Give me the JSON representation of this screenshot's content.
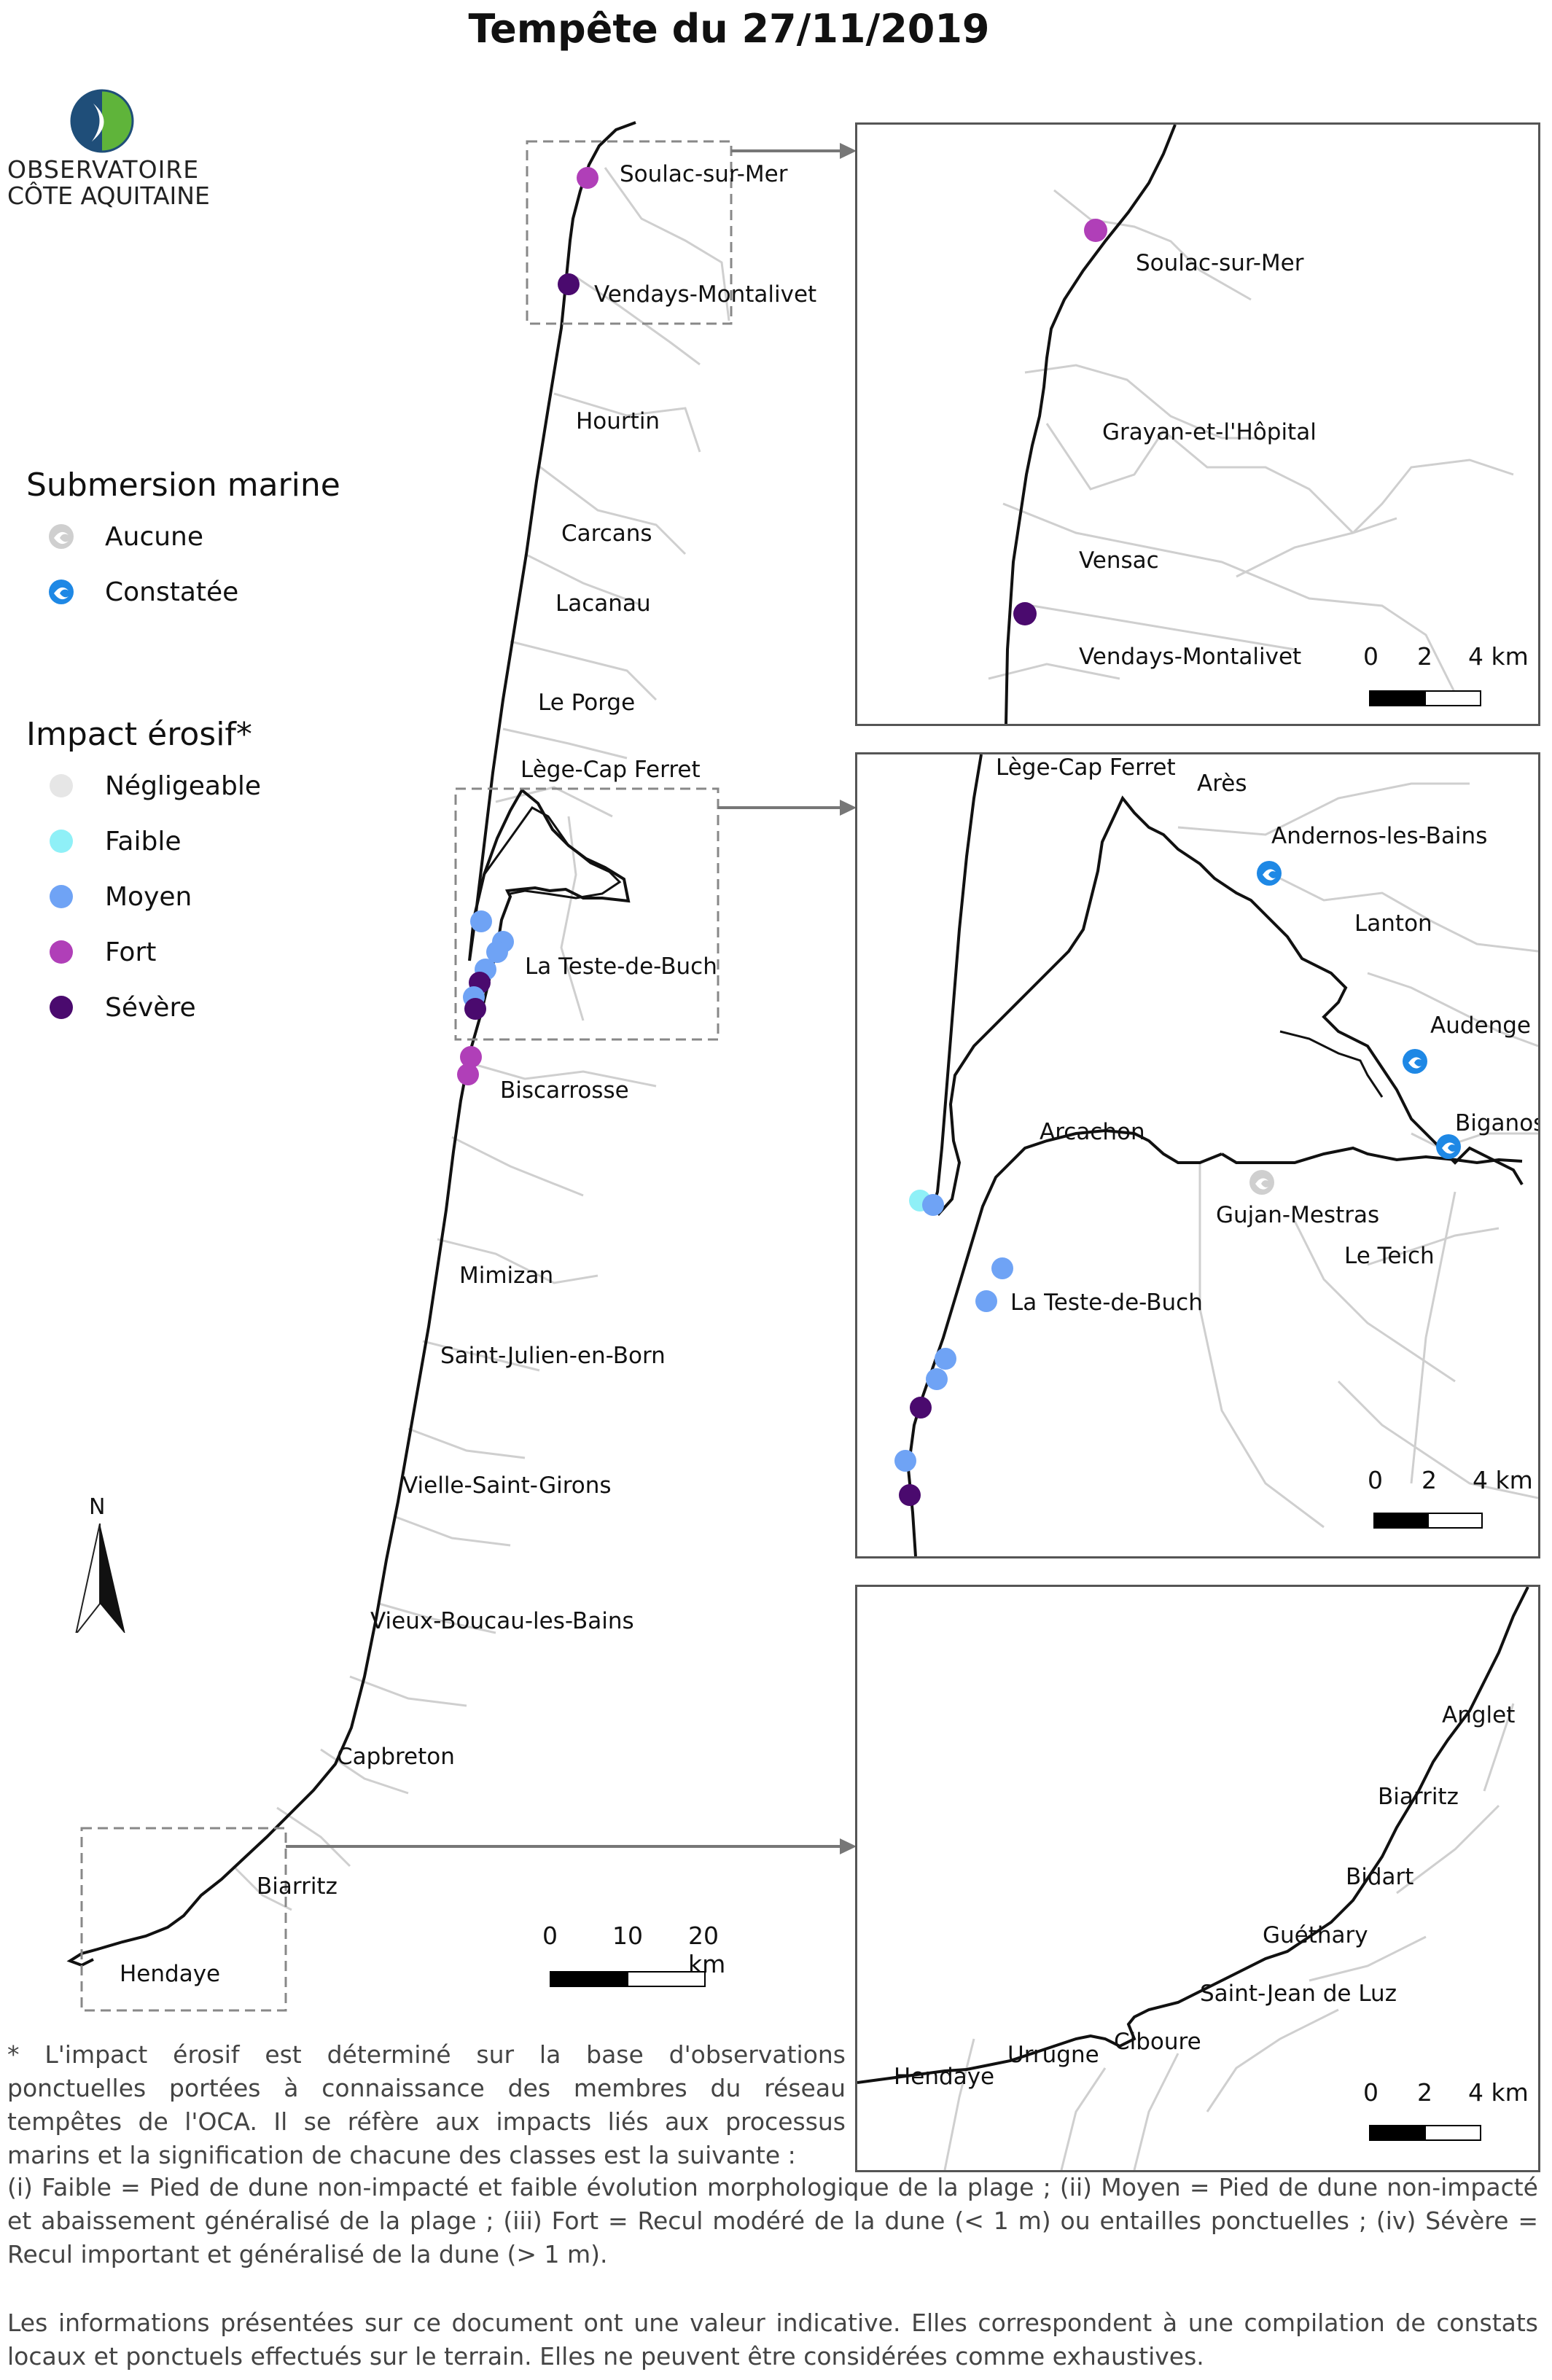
{
  "title": "Tempête du 27/11/2019",
  "logo": {
    "line1": "OBSERVATOIRE",
    "line2": "CÔTE AQUITAINE"
  },
  "legend": {
    "submersion_title": "Submersion marine",
    "submersion_items": [
      {
        "label": "Aucune",
        "color": "#c8c8c8"
      },
      {
        "label": "Constatée",
        "color": "#1e88e5"
      }
    ],
    "erosion_title": "Impact érosif*",
    "erosion_items": [
      {
        "label": "Négligeable",
        "color": "#e6e6e6"
      },
      {
        "label": "Faible",
        "color": "#8ff0f7"
      },
      {
        "label": "Moyen",
        "color": "#6fa3f5"
      },
      {
        "label": "Fort",
        "color": "#b03fb8"
      },
      {
        "label": "Sévère",
        "color": "#4a0a6e"
      }
    ]
  },
  "north_label": "N",
  "main_map": {
    "places": [
      "Soulac-sur-Mer",
      "Vendays-Montalivet",
      "Hourtin",
      "Carcans",
      "Lacanau",
      "Le Porge",
      "Lège-Cap Ferret",
      "La Teste-de-Buch",
      "Biscarrosse",
      "Mimizan",
      "Saint-Julien-en-Born",
      "Vielle-Saint-Girons",
      "Vieux-Boucau-les-Bains",
      "Capbreton",
      "Biarritz",
      "Hendaye"
    ],
    "scale": {
      "labels": [
        "0",
        "10",
        "20 km"
      ]
    }
  },
  "inset_north": {
    "places": [
      "Soulac-sur-Mer",
      "Grayan-et-l'Hôpital",
      "Vensac",
      "Vendays-Montalivet"
    ],
    "scale": {
      "labels": [
        "0",
        "2",
        "4 km"
      ]
    }
  },
  "inset_bassin": {
    "places": [
      "Lège-Cap Ferret",
      "Arès",
      "Andernos-les-Bains",
      "Lanton",
      "Audenge",
      "Biganos",
      "Arcachon",
      "Gujan-Mestras",
      "Le Teich",
      "La Teste-de-Buch"
    ],
    "scale": {
      "labels": [
        "0",
        "2",
        "4 km"
      ]
    }
  },
  "inset_south": {
    "places": [
      "Anglet",
      "Biarritz",
      "Bidart",
      "Guéthary",
      "Saint-Jean de Luz",
      "Ciboure",
      "Urrugne",
      "Hendaye"
    ],
    "scale": {
      "labels": [
        "0",
        "2",
        "4 km"
      ]
    }
  },
  "footnote": "* L'impact érosif est déterminé sur la base d'observations ponctuelles portées à connaissance des membres du réseau tempêtes de l'OCA. Il se réfère aux impacts liés aux processus marins et la signification de chacune des classes est la suivante :",
  "classes_text": "(i) Faible = Pied de dune non-impacté et faible évolution morphologique de la plage ; (ii) Moyen = Pied de dune non-impacté et abaissement généralisé de la plage ; (iii) Fort = Recul modéré de la dune (< 1 m) ou entailles ponctuelles ; (iv) Sévère = Recul important et généralisé de la dune (> 1 m).",
  "disclaimer": "Les informations présentées sur ce document ont une valeur indicative. Elles correspondent à une compilation de constats locaux et ponctuels effectués sur le terrain. Elles ne peuvent être considérées comme exhaustives."
}
